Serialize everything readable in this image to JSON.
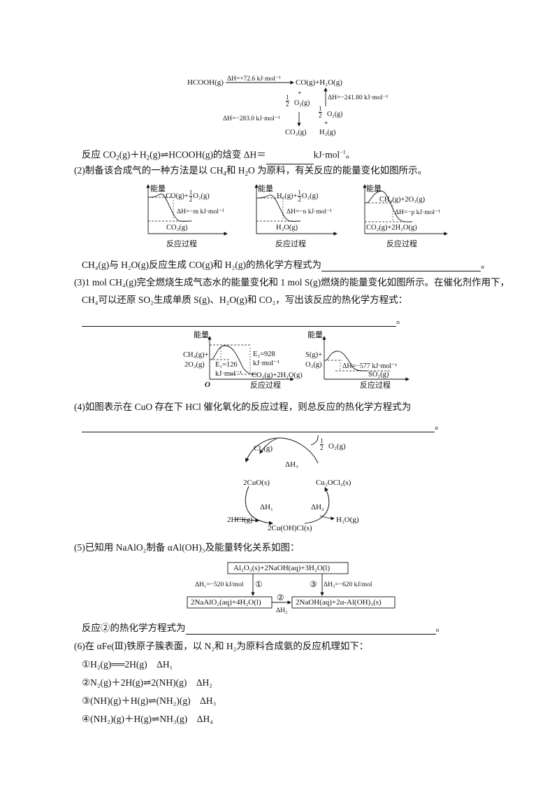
{
  "fig1": {
    "hcooh": "HCOOH(g)",
    "dh1": "ΔH=+72.6 kJ·mol⁻¹",
    "co_h2o": "CO(g)+H₂O(g)",
    "plus": "+",
    "half": "1/2",
    "o2": "O₂(g)",
    "dh2": "ΔH=−283.0 kJ·mol⁻¹",
    "dh3": "ΔH=−241.80 kJ·mol⁻¹",
    "co2": "CO₂(g)",
    "h2": "H₂(g)"
  },
  "q1_line": {
    "prefix": "反应 CO",
    "mid1": "(g)＋H",
    "mid2": "(g)⇌HCOOH(g)的焓变 ΔH＝",
    "unit": "kJ·mol",
    "end": "。"
  },
  "q2": {
    "text_a": "(2)制备该合成气的一种方法是以 CH",
    "text_b": "和 H",
    "text_c": "O 为原料，有关反应的能量变化如图所示。",
    "chart_labels": {
      "energy": "能量",
      "process": "反应过程",
      "c1_top": "CO(g)+",
      "c1_o2": "O₂(g)",
      "c1_dh": "ΔH=−m kJ·mol⁻¹",
      "c1_bottom": "CO₂(g)",
      "c2_top": "H₂(g)+",
      "c2_o2": "O₂(g)",
      "c2_dh": "ΔH=−n kJ·mol⁻¹",
      "c2_bottom": "H₂O(g)",
      "c3_top": "CH₄(g)+2O₂(g)",
      "c3_dh": "ΔH=−p kJ·mol⁻¹",
      "c3_bottom": "CO₂(g)+2H₂O(g)"
    },
    "ask": "CH₄(g)与 H₂O(g)反应生成 CO(g)和 H₂(g)的热化学方程式为",
    "ask_end": "。"
  },
  "q3": {
    "line1": "(3)1 mol CH₄(g)完全燃烧生成气态水的能量变化和 1 mol S(g)燃烧的能量变化如图所示。在催化剂作用下，",
    "line2": "CH₄可以还原 SO₂生成单质 S(g)、H₂O(g)和 CO₂，写出该反应的热化学方程式：",
    "end": "。",
    "fig": {
      "energy": "能量",
      "ch4": "CH₄(g)+",
      "o2x2": "2O₂(g)",
      "e2": "E₂=928",
      "e2u": "kJ·mol⁻¹",
      "e1": "E₁=126",
      "e1u": "kJ·mol⁻¹",
      "prod": "CO₂(g)+2H₂O(g)",
      "origin": "O",
      "process": "反应过程",
      "s": "S(g)+",
      "o2": "O₂(g)",
      "dh": "ΔH=−577 kJ·mol⁻¹",
      "so2": "SO₂(g)",
      "process2": "反应过程"
    }
  },
  "q4": {
    "text": "(4)如图表示在 CuO 存在下 HCl 催化氧化的反应过程，则总反应的热化学方程式为",
    "end": "。",
    "cycle": {
      "cl2": "Cl₂(g)",
      "half": "1/2",
      "o2": "O₂(g)",
      "dh3": "ΔH₃",
      "cuo": "2CuO(s)",
      "cu2ocl2": "Cu₂OCl₂(s)",
      "dh1": "ΔH₁",
      "dh2": "ΔH₂",
      "hcl": "2HCl(g)",
      "h2o": "H₂O(g)",
      "cuohcl": "2Cu(OH)Cl(s)"
    }
  },
  "q5": {
    "text": "(5)已知用 NaAlO₂制备 αAl(OH)₃及能量转化关系如图：",
    "box_top": "Al₂O₃(s)+2NaOH(aq)+3H₂O(l)",
    "box_left": "2NaAlO₂(aq)+4H₂O(l)",
    "box_right": "2NaOH(aq)+2α-Al(OH)₃(s)",
    "dh1": "ΔH₁=−520 kJ/mol",
    "c1": "①",
    "dh3": "ΔH₃=−620 kJ/mol",
    "c3": "③",
    "c2": "②",
    "dh2": "ΔH₂",
    "ask": "反应②的热化学方程式为",
    "end": "。"
  },
  "q6": {
    "text": "(6)在 αFe(Ⅲ)铁原子簇表面，以 N₂和 H₂为原料合成氨的反应机理如下：",
    "steps": [
      "①H₂(g)══2H(g)　ΔH₁",
      "②N₂(g)＋2H(g)⇌2(NH)(g)　ΔH₂",
      "③(NH)(g)＋H(g)⇌(NH₂)(g)　ΔH₃",
      "④(NH₂)(g)＋H(g)⇌NH₃(g)　ΔH₄"
    ]
  }
}
